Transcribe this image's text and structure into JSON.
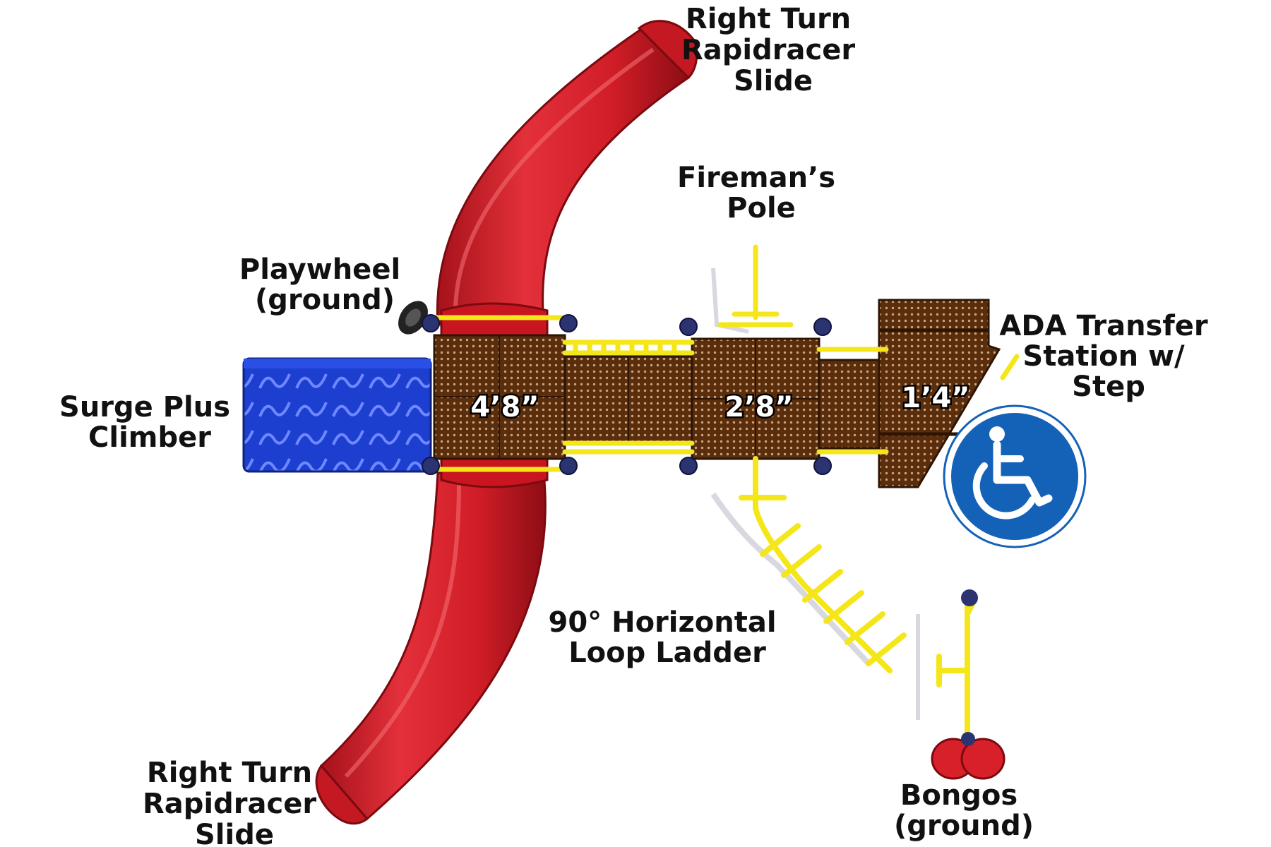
{
  "labels": {
    "slide_top": [
      "Right Turn",
      "Rapidracer",
      "Slide"
    ],
    "fireman_pole": [
      "Fireman’s",
      "Pole"
    ],
    "playwheel": [
      "Playwheel",
      "(ground)"
    ],
    "ada_station": [
      "ADA Transfer",
      "Station w/",
      "Step"
    ],
    "surge_climber": [
      "Surge Plus",
      "Climber"
    ],
    "loop_ladder": [
      "90° Horizontal",
      "Loop Ladder"
    ],
    "slide_bottom": [
      "Right Turn",
      "Rapidracer",
      "Slide"
    ],
    "bongos": [
      "Bongos",
      "(ground)"
    ]
  },
  "deck_heights": {
    "main_deck": "4’8”",
    "middle_deck": "2’8”",
    "transfer_deck": "1’4”"
  },
  "icons": {
    "accessibility": "wheelchair-icon"
  },
  "colors": {
    "slide_red": "#d8202a",
    "climber_blue": "#1d3fd0",
    "deck_brown": "#5a2d0c",
    "rail_yellow": "#f5e61a",
    "post_navy": "#2b3470",
    "ada_blue": "#1461b8"
  }
}
